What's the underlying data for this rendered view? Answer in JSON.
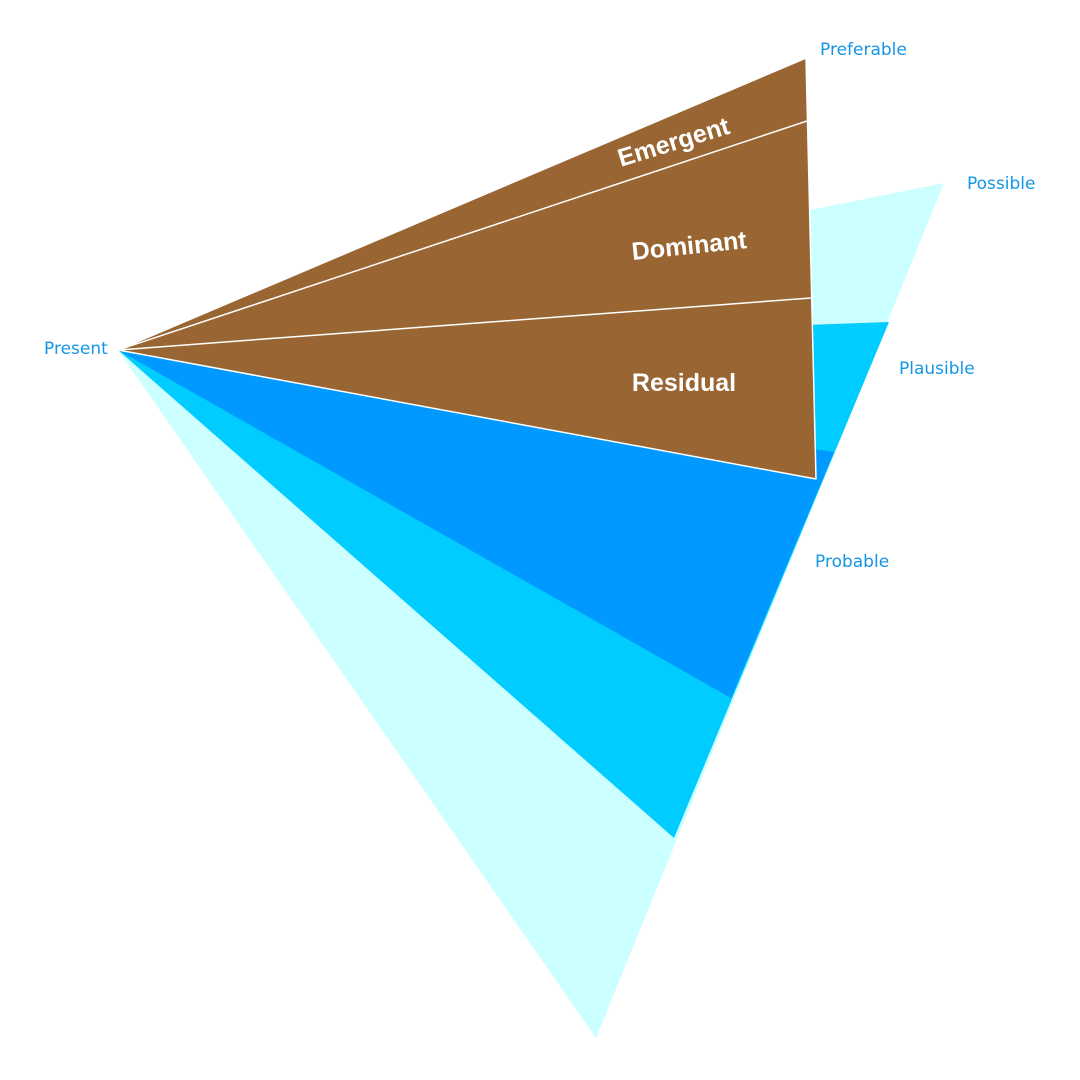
{
  "diagram": {
    "cones": {
      "present": "Present",
      "possible": "Possible",
      "plausible": "Plausible",
      "probable": "Probable",
      "preferable": "Preferable"
    },
    "preferable_bands": {
      "emergent": "Emergent",
      "dominant": "Dominant",
      "residual": "Residual"
    }
  },
  "colors": {
    "possible": "#ccffff",
    "plausible": "#00ccff",
    "probable": "#0099ff",
    "preferable": "#996633",
    "divider": "#ffffff",
    "label": "#1496e6",
    "band_label": "#ffffff"
  }
}
